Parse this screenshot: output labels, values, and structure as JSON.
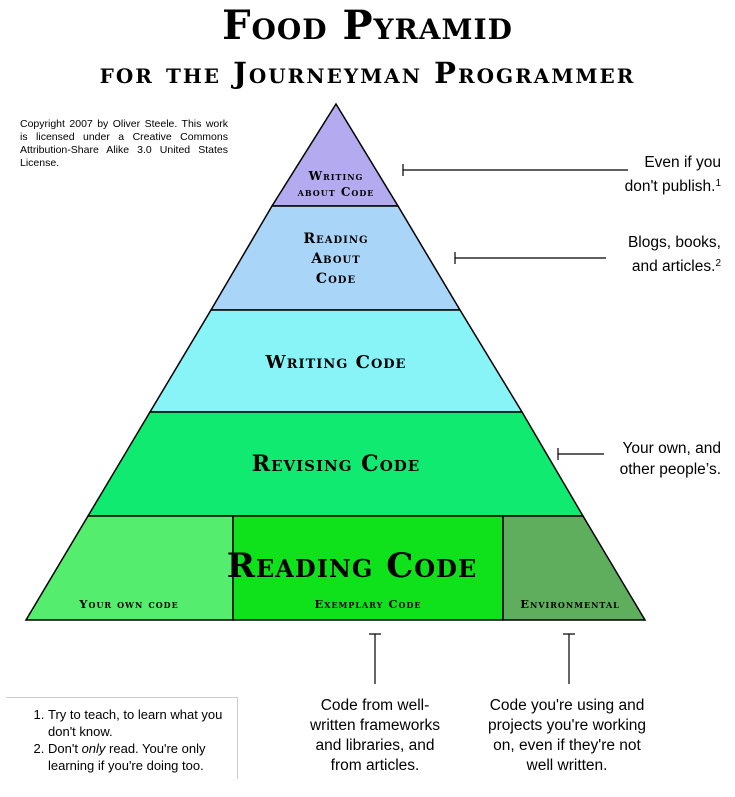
{
  "title": "Food Pyramid",
  "subtitle": "for the Journeyman Programmer",
  "copyright": "Copyright 2007 by Oliver Steele. This work is licensed under a Creative Commons Attribution-Share Alike 3.0 United States License.",
  "tiers": {
    "writing_about": {
      "line1": "Writing",
      "line2": "about Code",
      "color": "#b3aaf0"
    },
    "reading_about": {
      "line1": "Reading",
      "line2": "About",
      "line3": "Code",
      "color": "#a9d5f8"
    },
    "writing_code": {
      "label": "Writing Code",
      "color": "#88f4f8"
    },
    "revising_code": {
      "label": "Revising Code",
      "color": "#11ea70"
    },
    "reading_code": {
      "label": "Reading Code"
    }
  },
  "base_sections": {
    "your_own": {
      "label": "Your own code",
      "color": "#55ed6e"
    },
    "exemplary": {
      "label": "Exemplary Code",
      "color": "#0fe21a"
    },
    "environmental": {
      "label": "Environmental",
      "color": "#5fae5d"
    }
  },
  "annotations": {
    "publish": {
      "line1": "Even if you",
      "line2": "don't publish.",
      "ref": "1"
    },
    "blogs": {
      "line1": "Blogs, books,",
      "line2": "and articles.",
      "ref": "2"
    },
    "own": {
      "line1": "Your own, and",
      "line2": "other people’s."
    }
  },
  "below_notes": {
    "exemplary": [
      "Code from well-",
      "written frameworks",
      "and libraries, and",
      "from articles."
    ],
    "environmental": [
      "Code you're using and",
      "projects you're working",
      "on, even if they're not",
      "well written."
    ]
  },
  "footnotes": {
    "one": "Try to teach, to learn what you don't know.",
    "two_prefix": "Don't ",
    "two_emph": "only",
    "two_suffix": " read.  You're only learning if you're doing too."
  }
}
